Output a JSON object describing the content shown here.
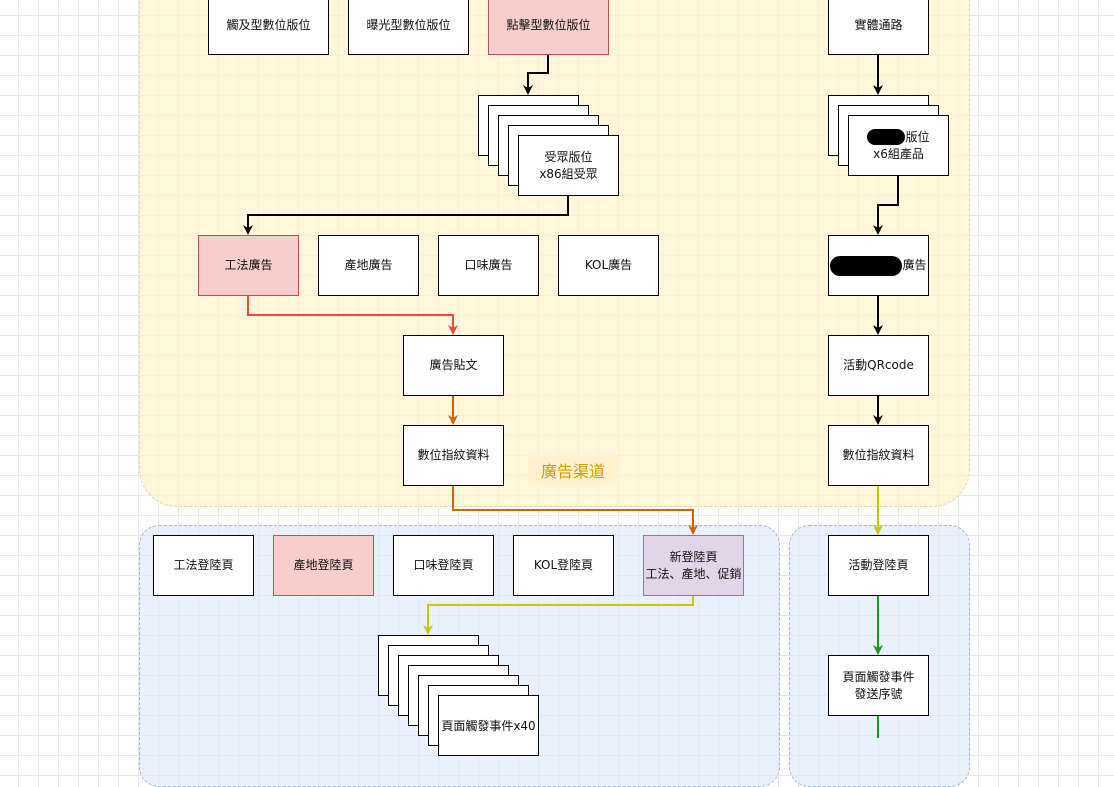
{
  "ad_channel": {
    "title": "廣告渠道",
    "placements": [
      "觸及型數位版位",
      "曝光型數位版位",
      "點擊型數位版位"
    ],
    "audience_stack": "受眾版位\nx86組受眾",
    "ads": [
      "工法廣告",
      "產地廣告",
      "口味廣告",
      "KOL廣告"
    ],
    "ad_post": "廣告貼文",
    "fingerprint_left": "數位指紋資料",
    "retail": "實體通路",
    "retail_stack_suffix": "版位",
    "retail_stack_line2": "x6組產品",
    "retail_ad_suffix": "廣告",
    "qrcode": "活動QRcode",
    "fingerprint_right": "數位指紋資料"
  },
  "landing": {
    "pages": [
      "工法登陸頁",
      "產地登陸頁",
      "口味登陸頁",
      "KOL登陸頁"
    ],
    "new_page": "新登陸頁\n工法、產地、促銷",
    "event_stack": "頁面觸發事件x40",
    "campaign_page": "活動登陸頁",
    "trigger_serial": "頁面觸發事件\n發送序號"
  }
}
